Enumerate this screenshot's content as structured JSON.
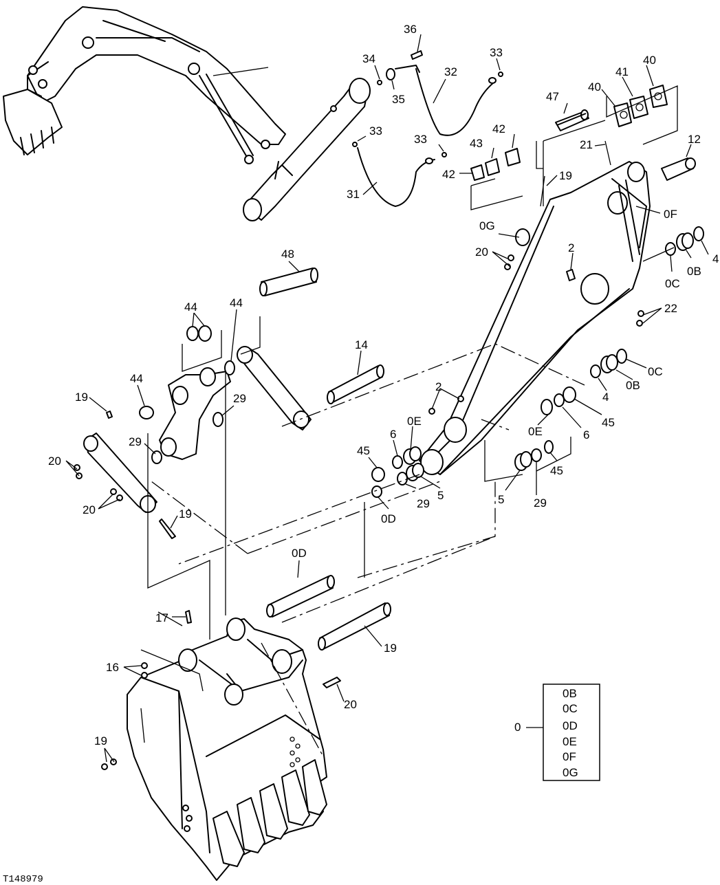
{
  "figure_id": "T148979",
  "callouts": [
    "36",
    "34",
    "33",
    "35",
    "32",
    "33",
    "33",
    "31",
    "47",
    "40",
    "41",
    "40",
    "12",
    "43",
    "42",
    "42",
    "21",
    "19",
    "0F",
    "0G",
    "20",
    "2",
    "0C",
    "0B",
    "4",
    "22",
    "48",
    "44",
    "44",
    "14",
    "44",
    "19",
    "29",
    "20",
    "29",
    "20",
    "19",
    "2",
    "0E",
    "6",
    "45",
    "0C",
    "0B",
    "4",
    "45",
    "6",
    "0E",
    "45",
    "29",
    "5",
    "0D",
    "29",
    "5",
    "0D",
    "17",
    "19",
    "16",
    "20",
    "19",
    "20"
  ],
  "legend": {
    "label": "0",
    "items": [
      "0B",
      "0C",
      "0D",
      "0E",
      "0F",
      "0G"
    ]
  }
}
